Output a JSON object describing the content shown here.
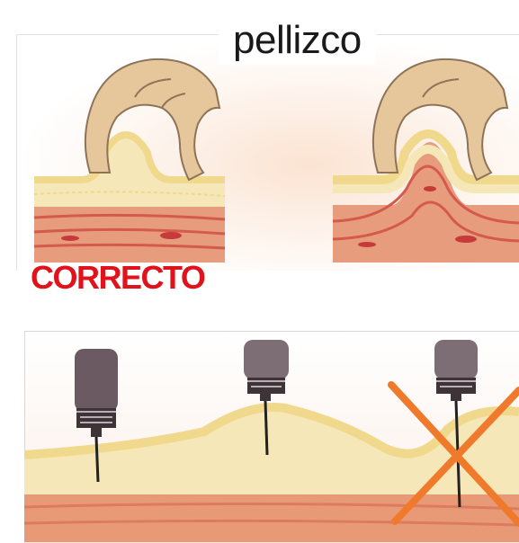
{
  "title": "pellizco",
  "labels": {
    "correct": "CORRECTO"
  },
  "colors": {
    "title": "#1a1a1a",
    "correct_label": "#e0121b",
    "skin_epidermis": "#f3dfa4",
    "skin_subcutaneous": "#f6e7b8",
    "muscle": "#e79c7e",
    "muscle_stripe": "#d45a4e",
    "wrong_cross": "#ef7a2c",
    "hand_skin": "#e6c79c",
    "needle_hub": "#6b5a62"
  },
  "icons": {
    "pinch_correct": "hand-pinch-skin-only",
    "pinch_incorrect": "hand-pinch-skin-and-muscle",
    "needle": "pen-needle",
    "wrong": "x-cross"
  }
}
